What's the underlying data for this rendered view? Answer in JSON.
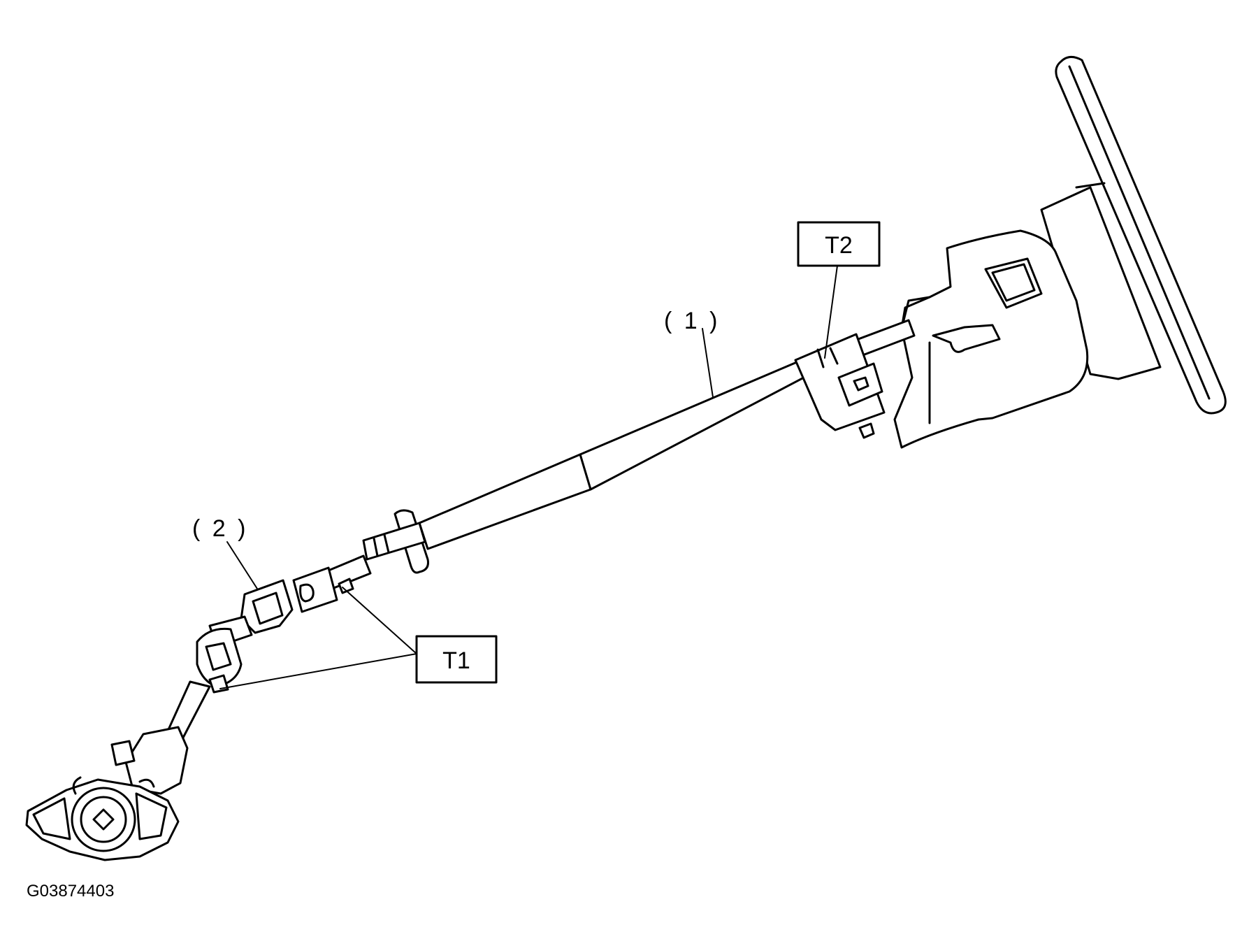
{
  "callouts": {
    "part_1": "( 1 )",
    "part_2": "( 2 )",
    "torque_1": "T1",
    "torque_2": "T2"
  },
  "figure_code": "G03874403"
}
